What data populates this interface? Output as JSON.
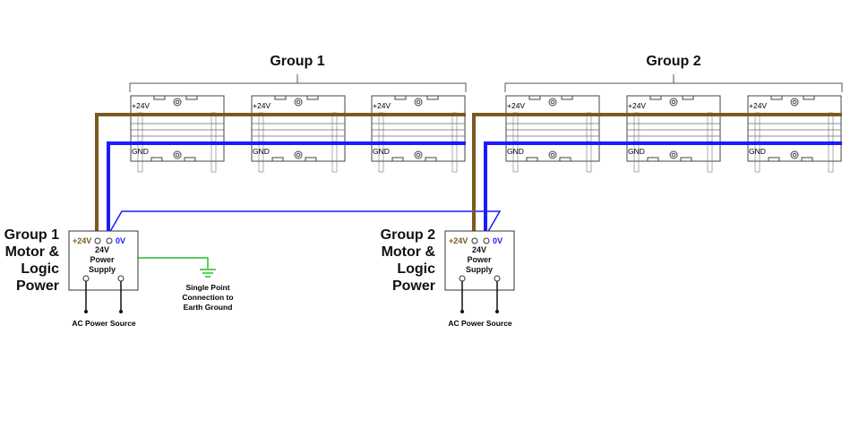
{
  "groups": [
    {
      "title": "Group 1",
      "drive_count": 3
    },
    {
      "title": "Group 2",
      "drive_count": 3
    }
  ],
  "drive_labels": {
    "positive": "+24V",
    "ground": "GND"
  },
  "supplies": [
    {
      "title_lines": [
        "Group 1",
        "Motor &",
        "Logic",
        "Power"
      ],
      "positive_terminal": "+24V",
      "negative_terminal": "0V",
      "body_lines": [
        "24V",
        "Power",
        "Supply"
      ],
      "source_label": "AC Power Source"
    },
    {
      "title_lines": [
        "Group 2",
        "Motor &",
        "Logic",
        "Power"
      ],
      "positive_terminal": "+24V",
      "negative_terminal": "0V",
      "body_lines": [
        "24V",
        "Power",
        "Supply"
      ],
      "source_label": "AC Power Source"
    }
  ],
  "earth_ground_label": [
    "Single Point",
    "Connection to",
    "Earth Ground"
  ],
  "colors": {
    "positive_wire": "#7a5a1e",
    "ground_wire": "#1a1aff",
    "earth_wire": "#22c02a",
    "positive_text": "#7a5a1e",
    "negative_text": "#1a1aff",
    "outline": "#444444"
  }
}
